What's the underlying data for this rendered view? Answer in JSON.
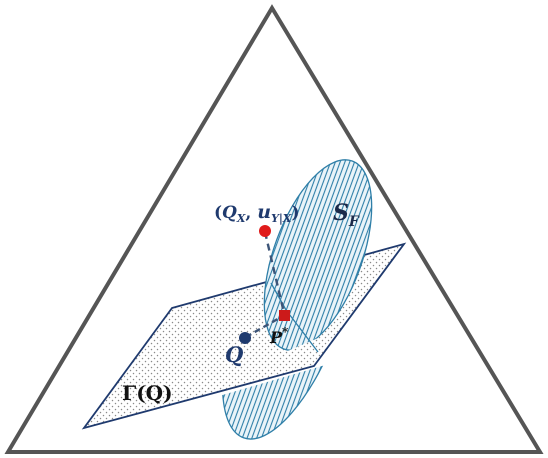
{
  "labels": {
    "point_pair_open": "(",
    "point_pair_q": "Q",
    "point_pair_q_sub": "X",
    "point_pair_comma": ", ",
    "point_pair_u": "u",
    "point_pair_u_sub": "Y|X",
    "point_pair_close": ")",
    "surface_s": "S",
    "surface_s_sub": "F",
    "point_q": "Q",
    "point_p": "P",
    "point_p_sup": "*",
    "plane_gamma": "Γ(Q)"
  },
  "colors": {
    "simplex_edge": "#555555",
    "plane_edge": "#1f3a6e",
    "plane_dots": "#8a8a8a",
    "surface_edge": "#2f7fa8",
    "surface_hatch": "#2f7fa8",
    "surface_fill": "#eaf4f9",
    "point_red": "#e01b1b",
    "point_navy": "#1f3a6e",
    "projection_marker": "#cc1a1a",
    "dashed_line": "#3d5578"
  }
}
